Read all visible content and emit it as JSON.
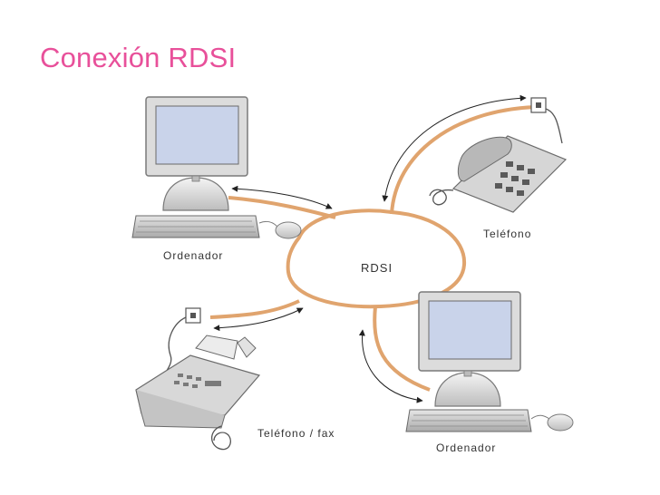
{
  "slide": {
    "title": "Conexión RDSI"
  },
  "diagram": {
    "center_label": "RDSI",
    "nodes": [
      {
        "id": "ordenador-top",
        "label": "Ordenador",
        "icon": "desktop-computer-icon"
      },
      {
        "id": "telefono",
        "label": "Teléfono",
        "icon": "telephone-icon"
      },
      {
        "id": "telefono-fax",
        "label": "Teléfono / fax",
        "icon": "fax-machine-icon"
      },
      {
        "id": "ordenador-bottom",
        "label": "Ordenador",
        "icon": "desktop-computer-icon"
      }
    ],
    "colors": {
      "title": "#e8509a",
      "cable": "#e0a46e",
      "screen": "#c9d3ea",
      "device": "#dcdcdc"
    }
  }
}
